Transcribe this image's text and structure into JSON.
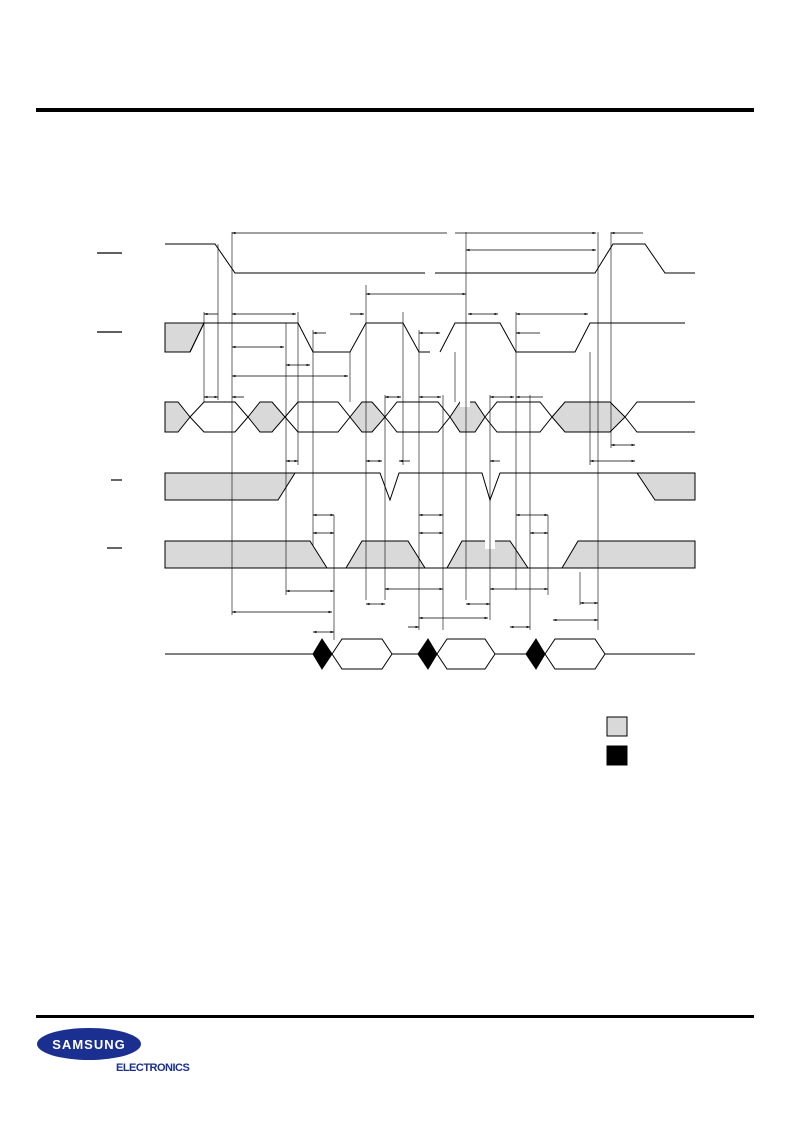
{
  "diagram": {
    "signals": [
      "",
      "",
      "",
      "",
      "",
      ""
    ],
    "legend": [
      {
        "symbol": "shaded-box",
        "label": "",
        "color": "#d9d9d9"
      },
      {
        "symbol": "solid-box",
        "label": "",
        "color": "#000000"
      }
    ]
  },
  "footer": {
    "brand": "SAMSUNG",
    "sub_brand": "ELECTRONICS",
    "brand_color": "#1a2f8f"
  }
}
